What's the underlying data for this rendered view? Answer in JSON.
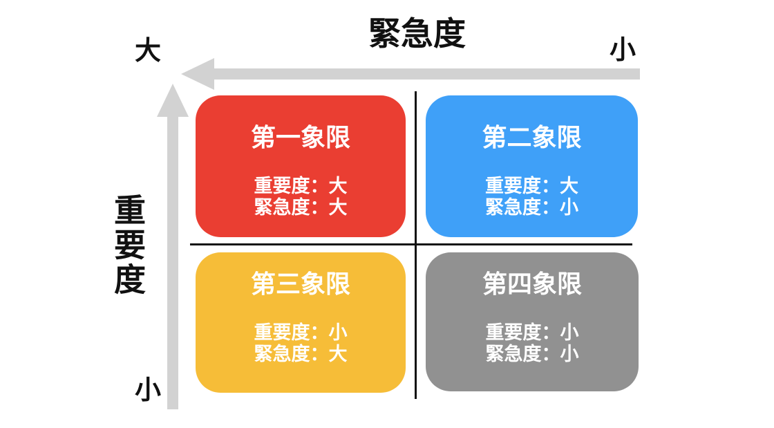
{
  "axes": {
    "urgency": {
      "title": "緊急度",
      "right_label": "小"
    },
    "importance": {
      "title": "重要度",
      "bottom_label": "小"
    },
    "shared_large_label": "大"
  },
  "quadrants": [
    {
      "name": "第一象限",
      "importance": "重要度：大",
      "urgency": "緊急度：大",
      "color": "#ea3e32"
    },
    {
      "name": "第二象限",
      "importance": "重要度：大",
      "urgency": "緊急度：小",
      "color": "#3fa0f8"
    },
    {
      "name": "第三象限",
      "importance": "重要度：小",
      "urgency": "緊急度：大",
      "color": "#f6bd38"
    },
    {
      "name": "第四象限",
      "importance": "重要度：小",
      "urgency": "緊急度：小",
      "color": "#919191"
    }
  ],
  "colors": {
    "arrow": "#d2d2d2",
    "divider": "#111111",
    "quadrant_text": "#ffffff",
    "axis_text": "#111111",
    "background": "#ffffff"
  }
}
